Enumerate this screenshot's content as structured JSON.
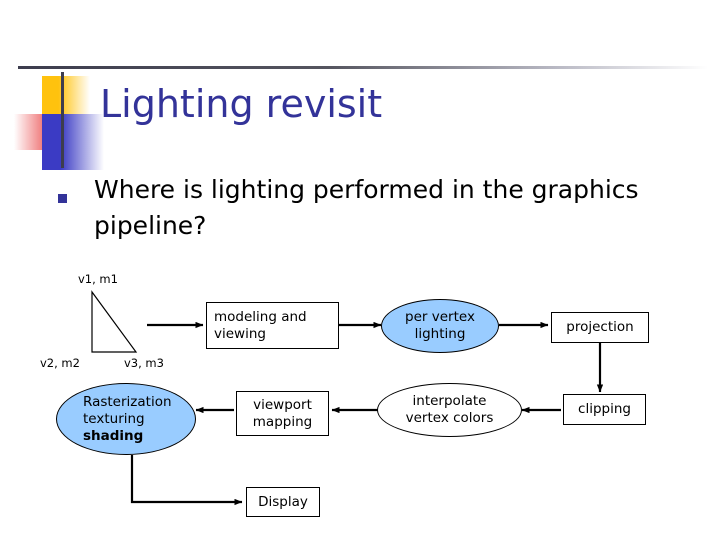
{
  "slide": {
    "title": "Lighting revisit",
    "title_color": "#333399",
    "bullet": {
      "marker": "square-bullet",
      "text": "Where is lighting performed in the graphics pipeline?"
    }
  },
  "logo": {
    "squares": [
      {
        "name": "yellow-square",
        "color": "#FFC20E"
      },
      {
        "name": "red-square",
        "color": "#E8393B"
      },
      {
        "name": "blue-square",
        "color": "#3B3BC4"
      }
    ],
    "crosshair_color": "#3D3D4E"
  },
  "diagram": {
    "vertex_labels": [
      {
        "id": "v1",
        "text": "v1, m1"
      },
      {
        "id": "v2",
        "text": "v2, m2"
      },
      {
        "id": "v3",
        "text": "v3, m3"
      }
    ],
    "nodes": [
      {
        "id": "modeling",
        "shape": "box",
        "fill": "#ffffff",
        "lines": [
          "modeling and",
          "viewing"
        ]
      },
      {
        "id": "per-vertex-lighting",
        "shape": "ellipse",
        "fill": "#99CCFF",
        "lines": [
          "per vertex",
          "lighting"
        ]
      },
      {
        "id": "projection",
        "shape": "box",
        "fill": "#ffffff",
        "lines": [
          "projection"
        ]
      },
      {
        "id": "clipping",
        "shape": "box",
        "fill": "#ffffff",
        "lines": [
          "clipping"
        ]
      },
      {
        "id": "interpolate",
        "shape": "ellipse",
        "fill": "#ffffff",
        "lines": [
          "interpolate",
          "vertex colors"
        ]
      },
      {
        "id": "viewport-mapping",
        "shape": "box",
        "fill": "#ffffff",
        "lines": [
          "viewport",
          "mapping"
        ]
      },
      {
        "id": "rasterization",
        "shape": "ellipse",
        "fill": "#99CCFF",
        "lines": [
          "Rasterization",
          "texturing",
          "shading"
        ],
        "bold_line": "shading"
      },
      {
        "id": "display",
        "shape": "box",
        "fill": "#ffffff",
        "lines": [
          "Display"
        ]
      }
    ],
    "node_text": {
      "modeling_l1": "modeling and",
      "modeling_l2": "viewing",
      "lighting_l1": "per vertex",
      "lighting_l2": "lighting",
      "projection": "projection",
      "clipping": "clipping",
      "interpolate_l1": "interpolate",
      "interpolate_l2": "vertex colors",
      "viewport_l1": "viewport",
      "viewport_l2": "mapping",
      "raster_l1": "Rasterization",
      "raster_l2": "texturing",
      "raster_l3": "shading",
      "display": "Display"
    },
    "edges": [
      {
        "from": "triangle",
        "to": "modeling",
        "style": "arrow-right"
      },
      {
        "from": "modeling",
        "to": "per-vertex-lighting",
        "style": "arrow-right"
      },
      {
        "from": "per-vertex-lighting",
        "to": "projection",
        "style": "arrow-right"
      },
      {
        "from": "projection",
        "to": "clipping",
        "style": "arrow-down"
      },
      {
        "from": "clipping",
        "to": "interpolate",
        "style": "arrow-left"
      },
      {
        "from": "interpolate",
        "to": "viewport-mapping",
        "style": "arrow-left"
      },
      {
        "from": "viewport-mapping",
        "to": "rasterization",
        "style": "arrow-left"
      },
      {
        "from": "rasterization",
        "to": "display",
        "style": "elbow-arrow-right"
      }
    ]
  }
}
